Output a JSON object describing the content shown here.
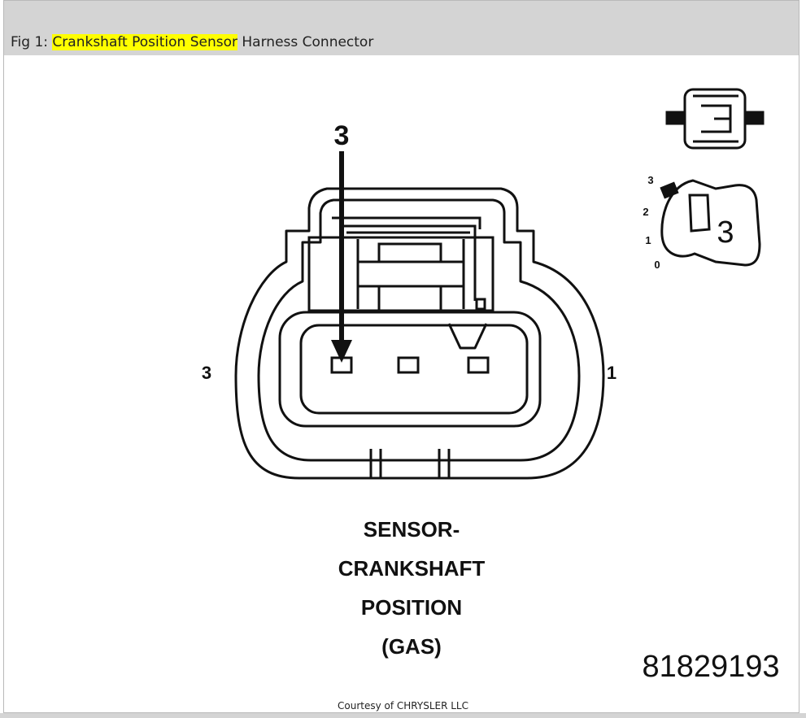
{
  "caption": {
    "prefix": "Fig 1: ",
    "highlight": "Crankshaft Position Sensor",
    "suffix": " Harness Connector"
  },
  "diagram": {
    "arrow_label": "3",
    "left_pin_label": "3",
    "right_pin_label": "1",
    "title_lines": [
      "SENSOR-",
      "CRANKSHAFT",
      "POSITION",
      "(GAS)"
    ],
    "figure_number": "81829193",
    "key_scale": [
      "3",
      "2",
      "1",
      "0"
    ],
    "key_number": "3",
    "accent_color": "#ffff00"
  },
  "courtesy": "Courtesy of CHRYSLER LLC"
}
